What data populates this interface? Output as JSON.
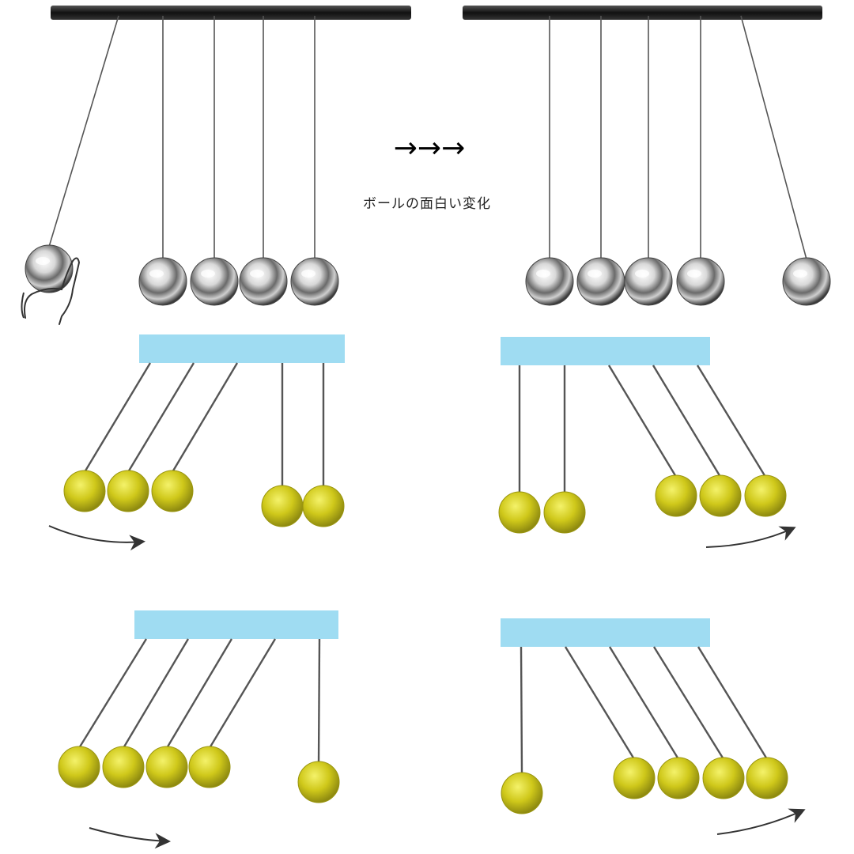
{
  "caption": {
    "arrows": "→→→",
    "text": "ボールの面白い変化"
  },
  "colors": {
    "bar_dark": "#1a1a1a",
    "bar_blue": "#9fdcf2",
    "ball_yellow": "#d4d020",
    "ball_chrome": "#b8b8b8",
    "string": "#555555"
  },
  "panels": [
    {
      "name": "top-left-cradle",
      "style": "chrome",
      "balls_total": 5,
      "balls_swung": 1,
      "swing_side": "left",
      "hand": true
    },
    {
      "name": "top-right-cradle",
      "style": "chrome",
      "balls_total": 5,
      "balls_swung": 1,
      "swing_side": "right",
      "hand": false
    },
    {
      "name": "middle-left-cradle",
      "style": "yellow",
      "balls_total": 5,
      "balls_swung": 3,
      "swing_side": "left",
      "motion_arrow": "right"
    },
    {
      "name": "middle-right-cradle",
      "style": "yellow",
      "balls_total": 5,
      "balls_swung": 3,
      "swing_side": "right",
      "motion_arrow": "right"
    },
    {
      "name": "bottom-left-cradle",
      "style": "yellow",
      "balls_total": 5,
      "balls_swung": 4,
      "swing_side": "left",
      "motion_arrow": "right"
    },
    {
      "name": "bottom-right-cradle",
      "style": "yellow",
      "balls_total": 5,
      "balls_swung": 4,
      "swing_side": "right",
      "motion_arrow": "right"
    }
  ]
}
